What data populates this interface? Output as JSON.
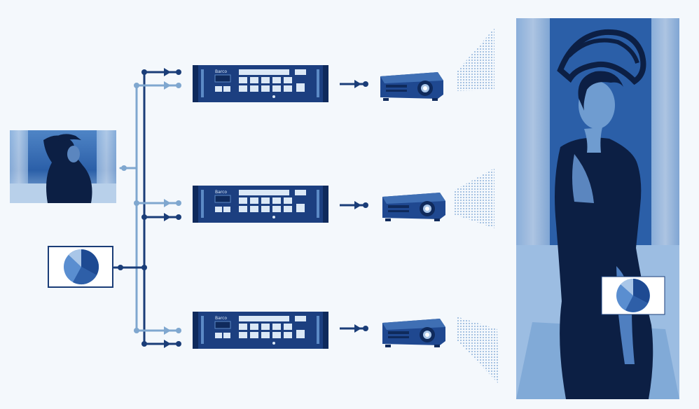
{
  "diagram": {
    "colors": {
      "background": "#f4f8fc",
      "dark_line": "#1a3d78",
      "light_line": "#7fa7cf",
      "device_body": "#1c3f80",
      "device_dark": "#0f2a5c",
      "device_button": "#dbe8f6",
      "projector": "#1f4890",
      "beam": "#6f9cd0",
      "photo_bg": "#2b5fa8",
      "photo_figure": "#0c1f44",
      "pie_a": "#1e4a92",
      "pie_b": "#5a8ed0",
      "pie_c": "#a9c6e8"
    },
    "sources": [
      {
        "name": "video-source-photo",
        "icon": "photo-thumbnail-icon"
      },
      {
        "name": "computer-source-chart",
        "icon": "pie-chart-icon"
      }
    ],
    "processors": [
      {
        "name": "video-processor-1",
        "icon": "rack-processor-icon"
      },
      {
        "name": "video-processor-2",
        "icon": "rack-processor-icon"
      },
      {
        "name": "video-processor-3",
        "icon": "rack-processor-icon"
      }
    ],
    "projectors": [
      {
        "name": "projector-1",
        "icon": "projector-icon"
      },
      {
        "name": "projector-2",
        "icon": "projector-icon"
      },
      {
        "name": "projector-3",
        "icon": "projector-icon"
      }
    ],
    "output": {
      "name": "projected-composite-image",
      "icon": "composite-display-icon"
    },
    "device_label": "Barco"
  }
}
